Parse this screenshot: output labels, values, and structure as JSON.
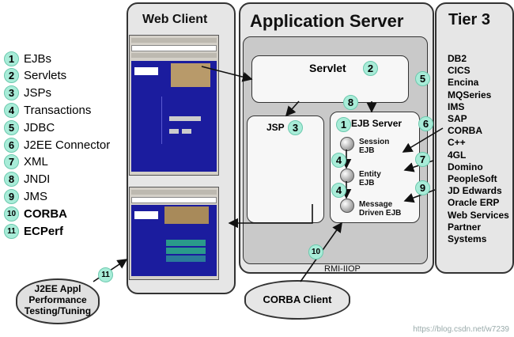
{
  "legend": [
    {
      "n": "1",
      "label": "EJBs"
    },
    {
      "n": "2",
      "label": "Servlets"
    },
    {
      "n": "3",
      "label": "JSPs"
    },
    {
      "n": "4",
      "label": "Transactions"
    },
    {
      "n": "5",
      "label": "JDBC"
    },
    {
      "n": "6",
      "label": "J2EE Connector"
    },
    {
      "n": "7",
      "label": "XML"
    },
    {
      "n": "8",
      "label": "JNDI"
    },
    {
      "n": "9",
      "label": "JMS"
    },
    {
      "n": "10",
      "label": "CORBA"
    },
    {
      "n": "11",
      "label": "ECPerf"
    }
  ],
  "web_client": {
    "title": "Web Client"
  },
  "app_server": {
    "title": "Application Server",
    "servlet": "Servlet",
    "jsp": "JSP",
    "ejb_server": "EJB Server",
    "session_ejb": [
      "Session",
      "EJB"
    ],
    "entity_ejb": [
      "Entity",
      "EJB"
    ],
    "message_ejb": [
      "Message",
      "Driven  EJB"
    ],
    "protocol": "RMI-IIOP"
  },
  "tier3": {
    "title": "Tier 3",
    "systems": [
      "DB2",
      "CICS",
      "Encina",
      "MQSeries",
      "IMS",
      "SAP",
      "CORBA",
      "C++",
      "4GL",
      "Domino",
      "PeopleSoft",
      "JD Edwards",
      "Oracle ERP",
      "Web Services",
      "Partner",
      "Systems"
    ]
  },
  "corba_client": "CORBA Client",
  "perf_testing": [
    "J2EE Appl",
    "Performance",
    "Testing/Tuning"
  ],
  "markers": {
    "n1": "1",
    "n2": "2",
    "n3": "3",
    "n4a": "4",
    "n4b": "4",
    "n5": "5",
    "n6": "6",
    "n7": "7",
    "n8": "8",
    "n9": "9",
    "n10": "10",
    "n11": "11"
  },
  "watermark": "https://blog.csdn.net/w7239"
}
